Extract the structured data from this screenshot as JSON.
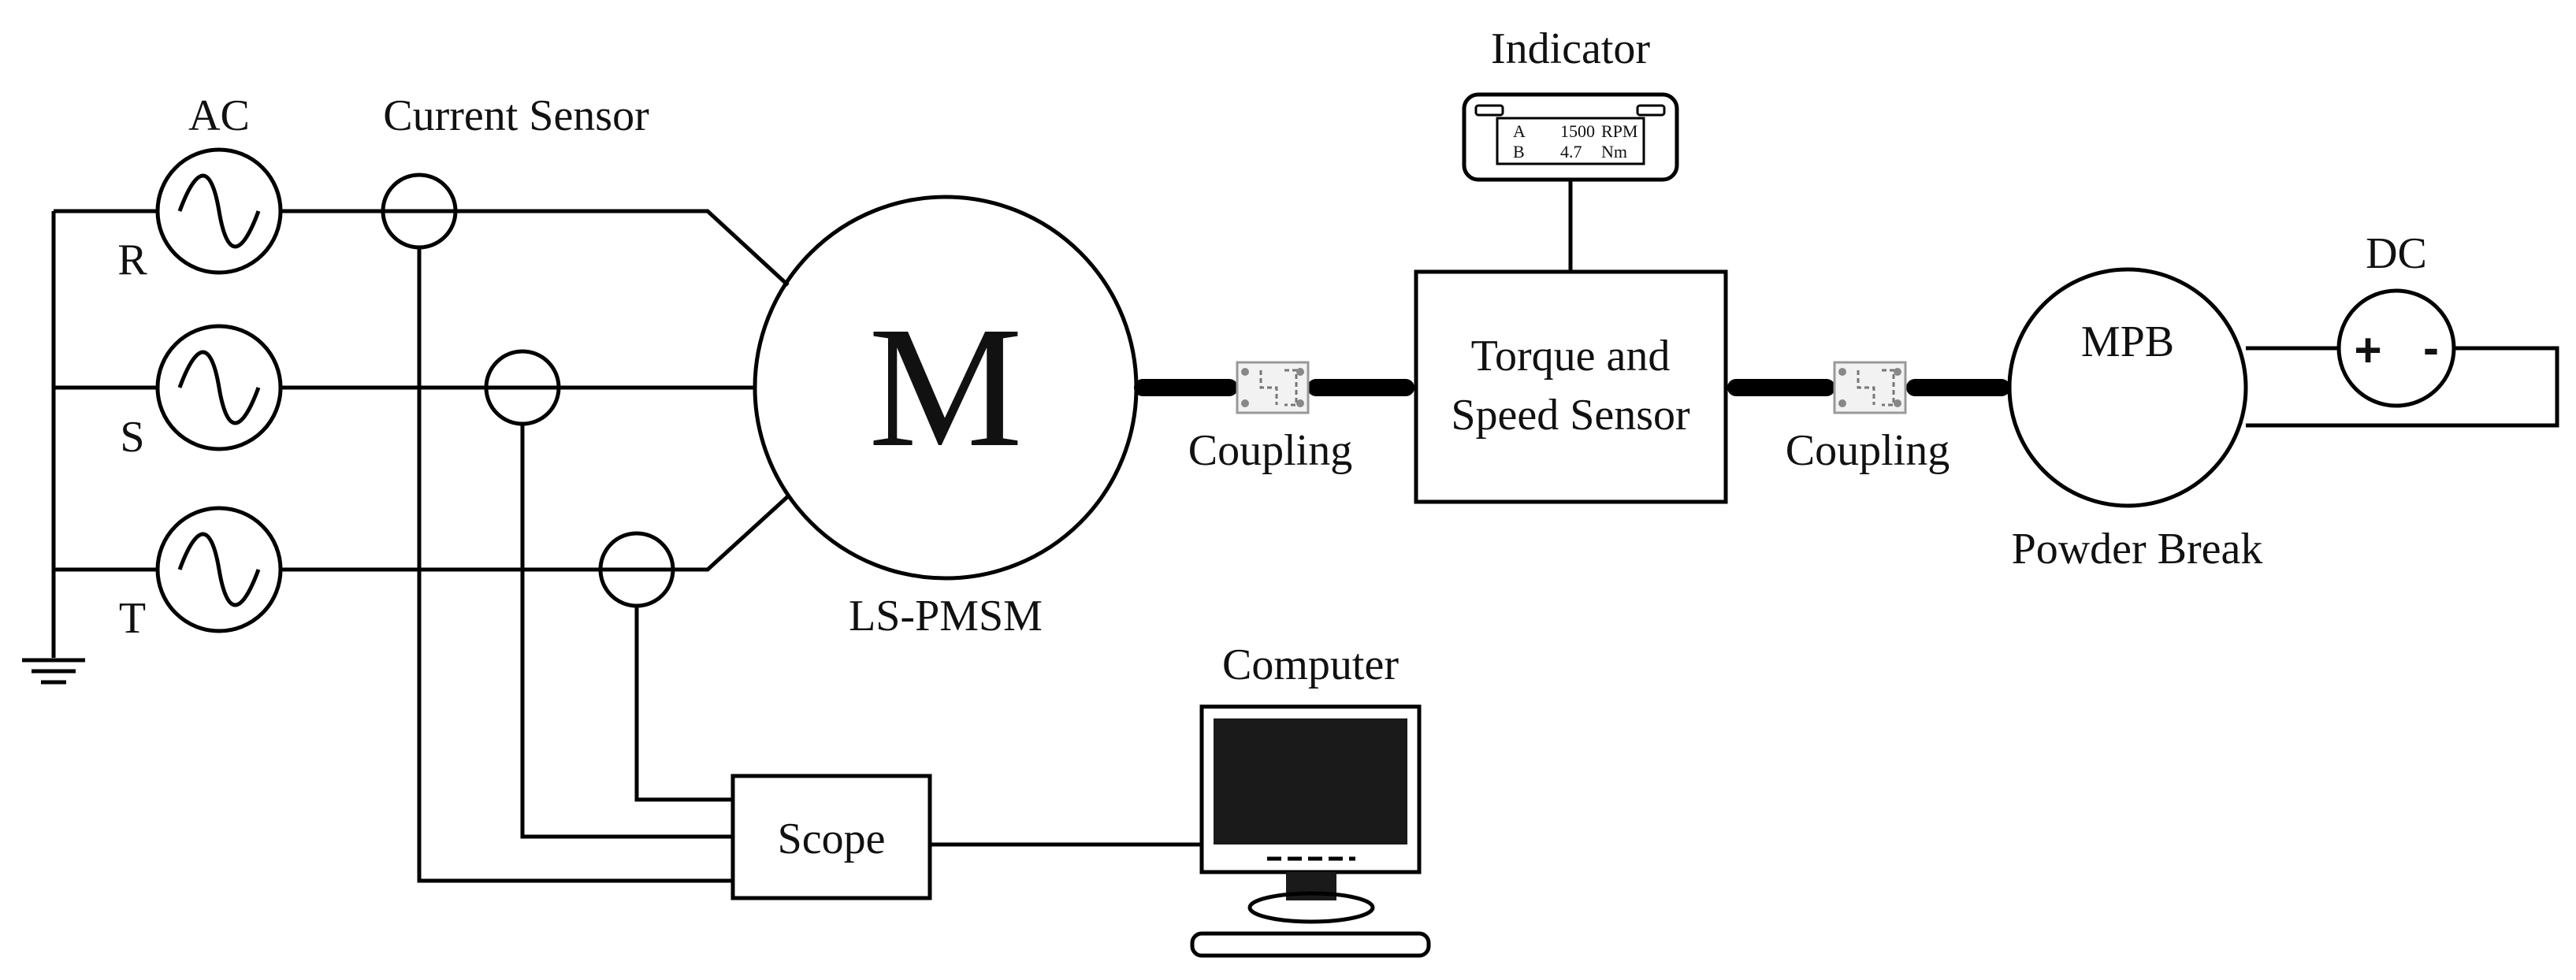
{
  "labels": {
    "ac": "AC",
    "current_sensor": "Current Sensor",
    "phase_r": "R",
    "phase_s": "S",
    "phase_t": "T",
    "motor_symbol": "M",
    "motor_name": "LS-PMSM",
    "coupling_left": "Coupling",
    "coupling_right": "Coupling",
    "indicator": "Indicator",
    "torque_line1": "Torque and",
    "torque_line2": "Speed Sensor",
    "mpb": "MPB",
    "powder_break": "Powder Break",
    "dc": "DC",
    "dc_plus": "+",
    "dc_minus": "-",
    "scope": "Scope",
    "computer": "Computer"
  },
  "indicator_display": {
    "row1": {
      "channel": "A",
      "value": "1500",
      "unit": "RPM"
    },
    "row2": {
      "channel": "B",
      "value": "4.7",
      "unit": "Nm"
    }
  }
}
